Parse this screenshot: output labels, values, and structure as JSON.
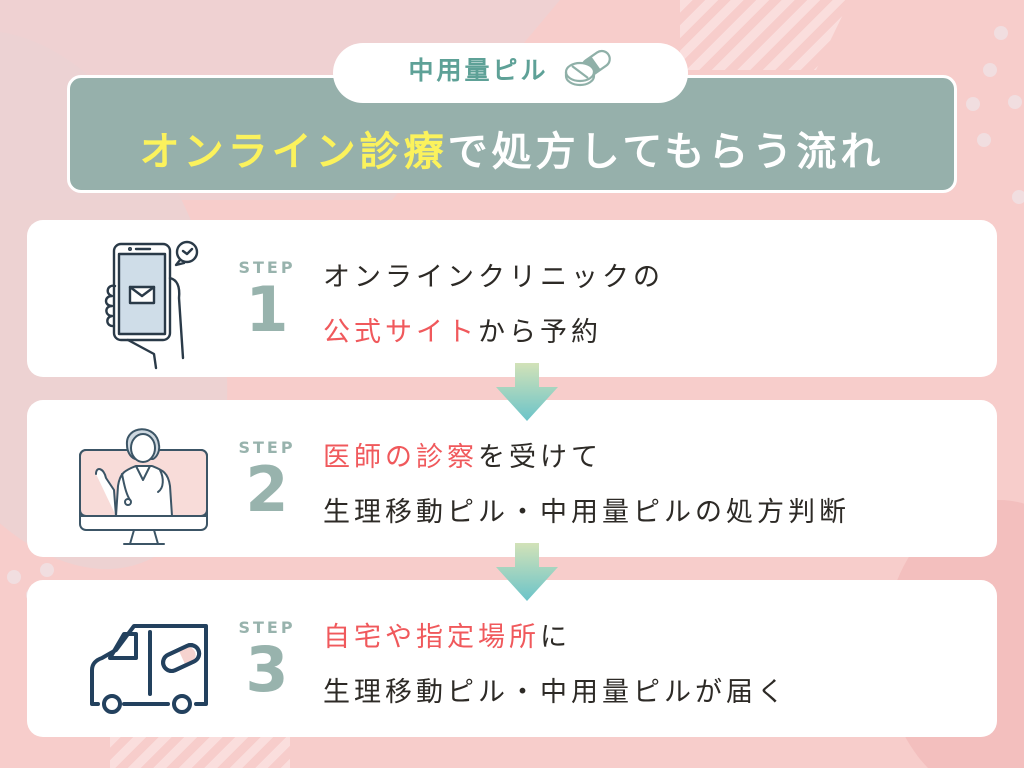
{
  "header": {
    "tag_label": "中用量ピル",
    "tag_icon": "pill-capsule-icon",
    "title_highlight": "オンライン診療",
    "title_rest": "で処方してもらう流れ"
  },
  "steps": [
    {
      "step_label": "STEP",
      "number": "1",
      "icon": "smartphone-mail-icon",
      "line1": "オンラインクリニックの",
      "line2_highlight": "公式サイト",
      "line2_rest": "から予約"
    },
    {
      "step_label": "STEP",
      "number": "2",
      "icon": "doctor-monitor-icon",
      "line1_highlight": "医師の診察",
      "line1_rest": "を受けて",
      "line2": "生理移動ピル・中用量ピルの処方判断"
    },
    {
      "step_label": "STEP",
      "number": "3",
      "icon": "delivery-van-icon",
      "line1_highlight": "自宅や指定場所",
      "line1_rest": "に",
      "line2": "生理移動ピル・中用量ピルが届く"
    }
  ],
  "arrows": [
    "arrow-down-icon",
    "arrow-down-icon"
  ],
  "colors": {
    "background": "#f7cdcb",
    "title_box": "#96b0ab",
    "title_highlight": "#fbf25c",
    "accent_red": "#f0595c",
    "step_teal": "#98b3ad",
    "tag_text": "#5ea197",
    "icon_navy": "#2a4560",
    "arrow_top": "#cfe0b4",
    "arrow_bottom": "#6ec5c9"
  }
}
